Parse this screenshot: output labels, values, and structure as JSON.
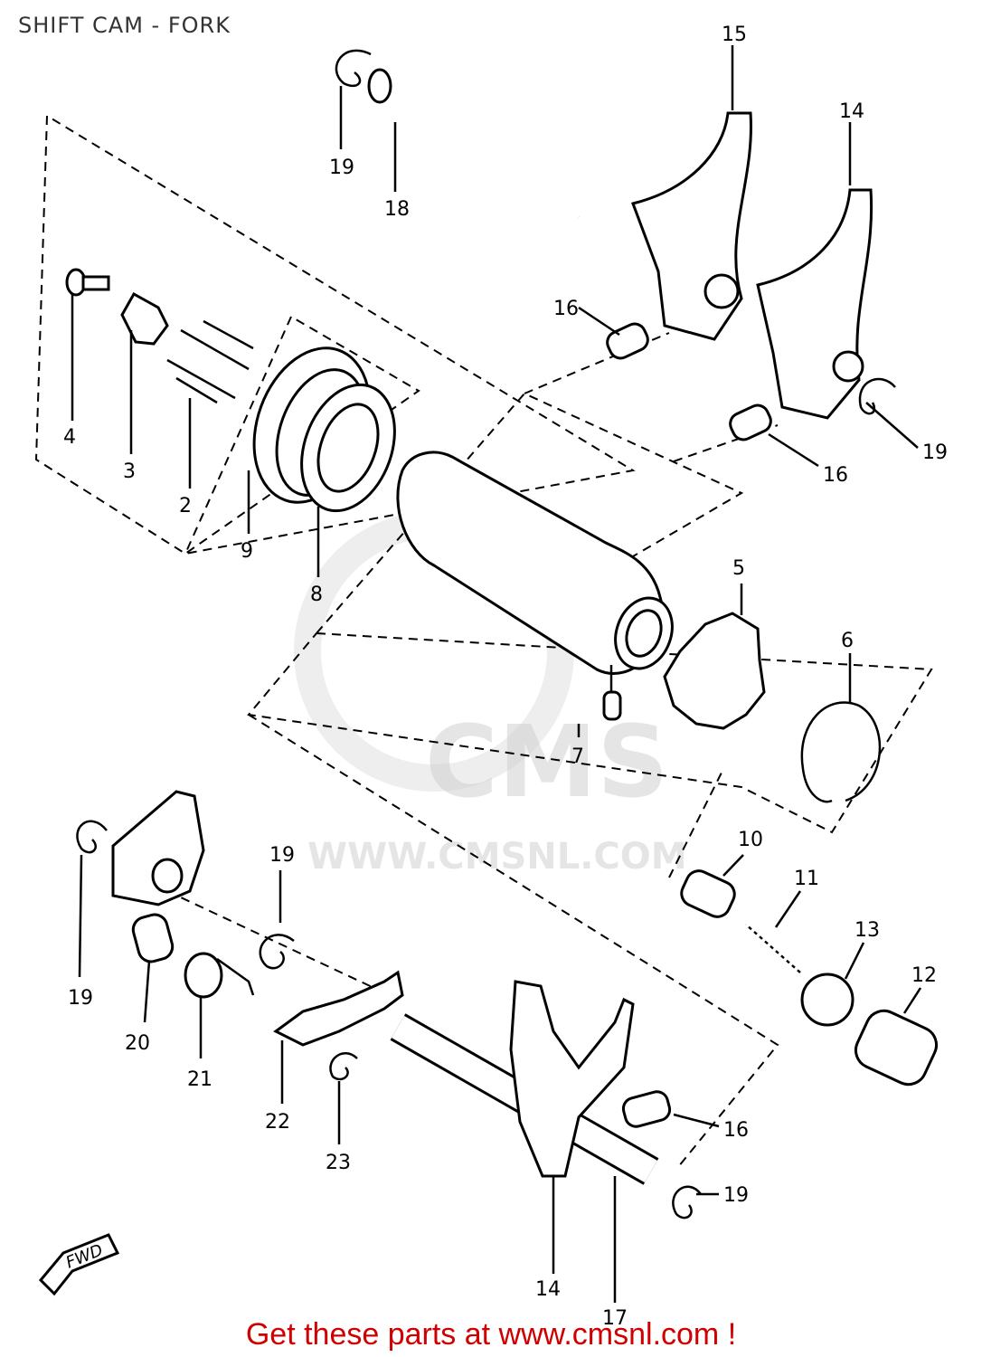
{
  "title": "SHIFT CAM - FORK",
  "watermark": {
    "brand": "CMS",
    "url": "WWW.CMSNL.COM"
  },
  "direction_label": "FWD",
  "callouts": {
    "c1": "15",
    "c2": "14",
    "c3": "19",
    "c4": "18",
    "c5": "16",
    "c6": "4",
    "c7": "3",
    "c8": "2",
    "c9": "9",
    "c10": "8",
    "c11": "19",
    "c12": "16",
    "c13": "5",
    "c14": "6",
    "c15": "7",
    "c16": "10",
    "c17": "11",
    "c18": "13",
    "c19": "12",
    "c20": "19",
    "c21": "19",
    "c22": "20",
    "c23": "21",
    "c24": "22",
    "c25": "23",
    "c26": "16",
    "c27": "19",
    "c28": "14",
    "c29": "17"
  },
  "footer": "Get these parts at www.cmsnl.com !",
  "colors": {
    "footer": "#d00000",
    "watermark": "#d0d0d0"
  }
}
